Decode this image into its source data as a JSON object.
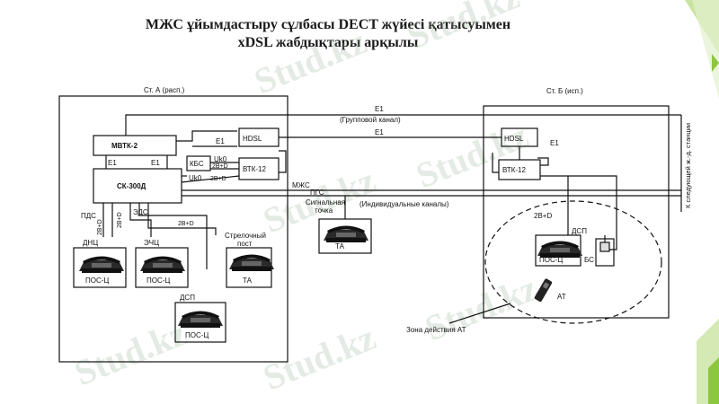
{
  "title": {
    "line1": "МЖС ұйымдастыру сұлбасы DECT жүйесі қатысуымен",
    "line2": "xDSL жабдықтары арқылы"
  },
  "watermark": "Stud.kz",
  "colors": {
    "accent_green": "#8dc63f",
    "accent_light": "#c9e4a0",
    "line": "#111111"
  },
  "diagram": {
    "station_a": "Ст. А (расп.)",
    "station_b": "Ст. Б (исп.)",
    "mvtk": "МВТК-2",
    "e1": "Е1",
    "sk300": "СК-300Д",
    "kbs": "КБС",
    "uk0": "Uk0",
    "two_b_d": "2В+D",
    "hdsl": "HDSL",
    "vtk12": "ВТК-12",
    "group_channel": "(Групповой канал)",
    "mzhs": "МЖС",
    "pgs": "ПГС",
    "signal_point_1": "Сигнальная",
    "signal_point_2": "точка",
    "individual_channels": "(Индивидуальные каналы)",
    "ta": "ТА",
    "pds": "ПДС",
    "eds": "ЭДС",
    "dnc": "ДНЦ",
    "ech": "ЭЧЦ",
    "pos_c": "ПОС-Ц",
    "arrow_post_1": "Стрелочный",
    "arrow_post_2": "пост",
    "dsp": "ДСП",
    "bs": "БС",
    "at": "АТ",
    "zone_at": "Зона действия АТ",
    "next_station": "К следующей ж.-д. станции"
  }
}
